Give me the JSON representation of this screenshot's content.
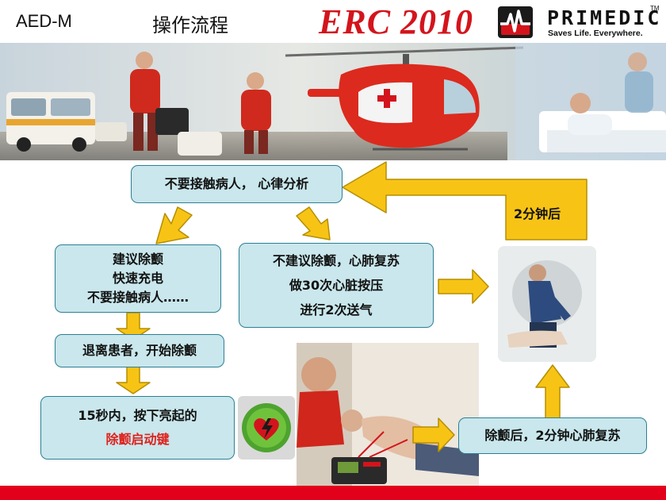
{
  "header": {
    "product": "AED-M",
    "title": "操作流程",
    "guideline": "ERC 2010",
    "brand": {
      "name": "PRIMEDIC",
      "trademark": "TM",
      "slogan": "Saves Life. Everywhere."
    }
  },
  "flow": {
    "analyze": "不要接触病人， 心律分析",
    "shock_advised": {
      "line1": "建议除颤",
      "line2": "快速充电",
      "line3": "不要接触病人……"
    },
    "no_shock": {
      "line1": "不建议除颤，心肺复苏",
      "line2": "做30次心脏按压",
      "line3": "进行2次送气"
    },
    "stand_clear": "退离患者，开始除颤",
    "press_button": {
      "line1": "15秒内，按下亮起的",
      "line2": "除颤启动键"
    },
    "after_shock": "除颤后，2分钟心肺复苏",
    "loop_label": "2分钟后"
  },
  "colors": {
    "box_fill": "#c9e7ec",
    "box_border": "#2d7f95",
    "arrow_fill": "#f7c415",
    "arrow_stroke": "#b58e00",
    "accent_red": "#e0211b",
    "footer_bar": "#e3001b"
  }
}
